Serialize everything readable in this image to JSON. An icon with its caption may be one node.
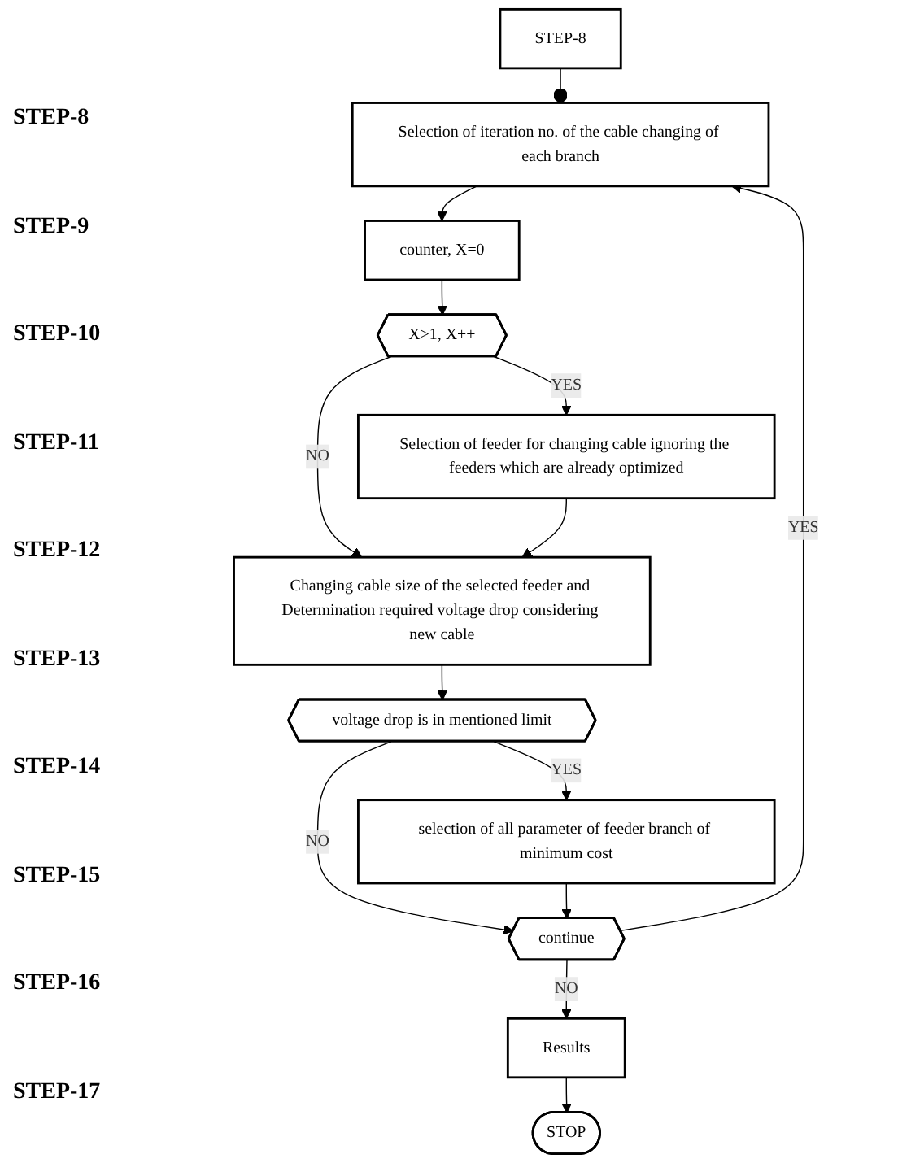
{
  "diagram": {
    "nodes": [
      {
        "text": [
          "STEP-8"
        ]
      },
      {
        "text": [
          "Selection of iteration no. of the cable changing of each branch"
        ]
      },
      {
        "text": [
          "counter, X=0"
        ]
      },
      {
        "text": [
          "X>1, X++"
        ]
      },
      {
        "text": [
          "Selection of feeder for changing cable ignoring the feeders which are already optimized"
        ]
      },
      {
        "text": [
          "Changing cable size of the selected feeder and Determination required voltage drop considering new cable"
        ]
      },
      {
        "text": [
          "voltage drop is in mentioned limit"
        ]
      },
      {
        "text": [
          "selection of all parameter of feeder branch of minimum cost"
        ]
      },
      {
        "text": [
          "continue"
        ]
      },
      {
        "text": [
          "Results"
        ]
      },
      {
        "text": [
          "STOP"
        ]
      }
    ],
    "edges": [
      {
        "from": 0,
        "to": 1,
        "arrow": "other"
      },
      {
        "from": 1,
        "to": 2,
        "arrow": "to"
      },
      {
        "from": 2,
        "to": 3,
        "arrow": "to"
      },
      {
        "from": 3,
        "to": 4,
        "arrow": "to",
        "label": "YES"
      },
      {
        "from": 3,
        "to": 5,
        "arrow": "to",
        "label": "NO"
      },
      {
        "from": 4,
        "to": 5,
        "arrow": "to"
      },
      {
        "from": 5,
        "to": 6,
        "arrow": "to"
      },
      {
        "from": 6,
        "to": 7,
        "arrow": "to",
        "label": "YES"
      },
      {
        "from": 6,
        "to": 8,
        "arrow": "to",
        "label": "NO"
      },
      {
        "from": 7,
        "to": 8,
        "arrow": "to"
      },
      {
        "from": 8,
        "to": 1,
        "arrow": "to",
        "label": "YES"
      },
      {
        "from": 8,
        "to": 9,
        "arrow": "to",
        "label": "NO"
      },
      {
        "from": 9,
        "to": 10,
        "arrow": "to"
      }
    ],
    "labels": [
      "STEP-8",
      "STEP-9",
      "STEP-10",
      "STEP-11",
      "STEP-12",
      "STEP-13",
      "STEP-14",
      "STEP-15",
      "STEP-16",
      "STEP-17"
    ]
  }
}
